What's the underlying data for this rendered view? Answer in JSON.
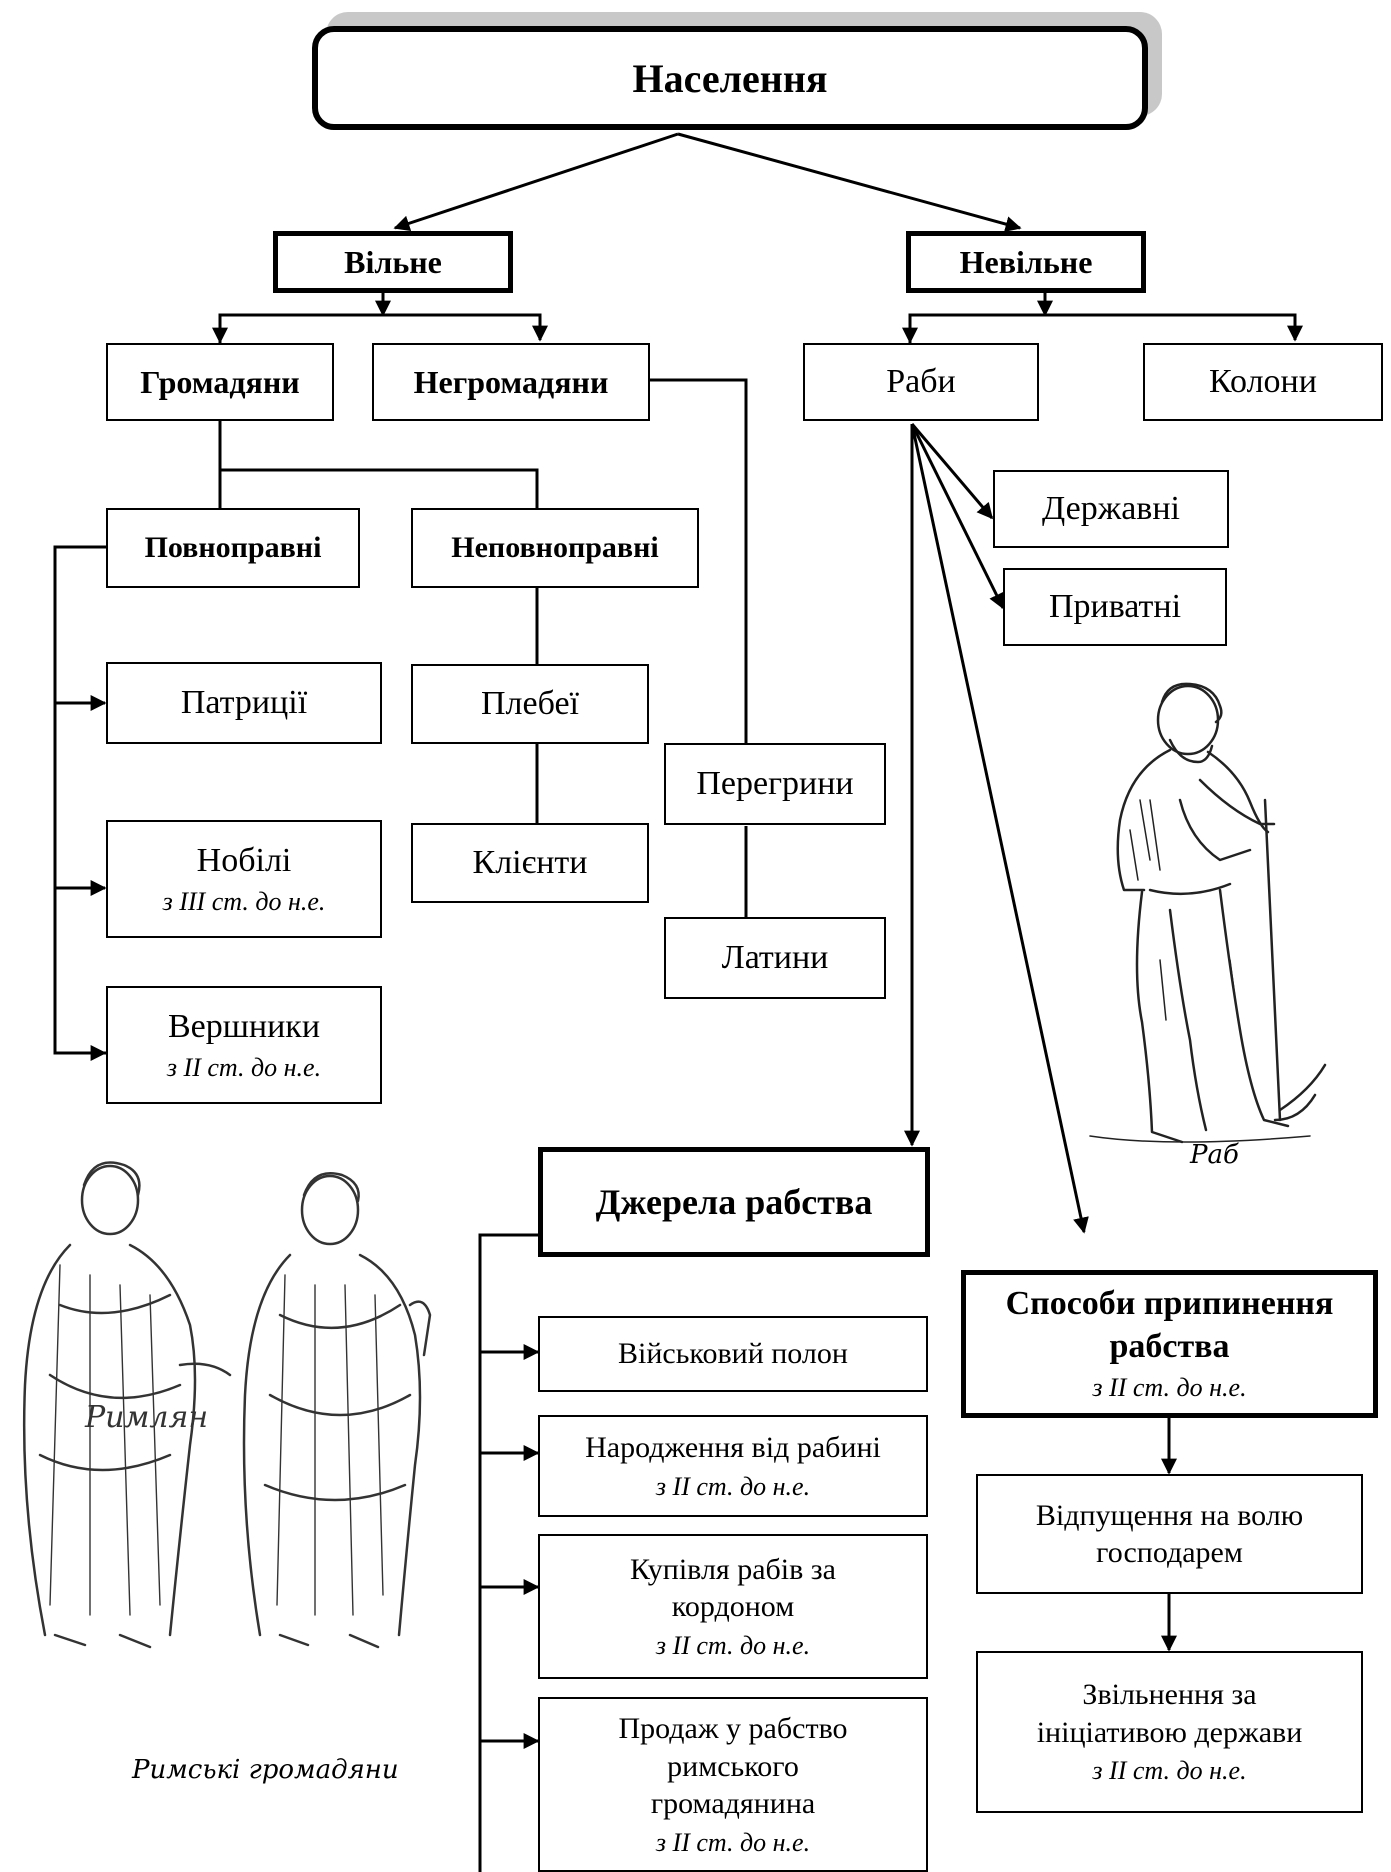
{
  "root": {
    "label": "Населення"
  },
  "free": {
    "label": "Вільне"
  },
  "unfree": {
    "label": "Невільне"
  },
  "citizens": {
    "label": "Громадяни"
  },
  "noncitizens": {
    "label": "Негромадяни"
  },
  "slaves": {
    "label": "Раби"
  },
  "colons": {
    "label": "Колони"
  },
  "full_rights": {
    "label": "Повноправні"
  },
  "partial_rights": {
    "label": "Неповноправні"
  },
  "state_slaves": {
    "label": "Державні"
  },
  "private_slaves": {
    "label": "Приватні"
  },
  "patricians": {
    "label": "Патриції"
  },
  "nobiles": {
    "label": "Нобілі",
    "note": "з ІІІ ст. до н.е."
  },
  "equites": {
    "label": "Вершники",
    "note": "з ІІ ст. до н.е."
  },
  "plebeians": {
    "label": "Плебеї"
  },
  "clients": {
    "label": "Клієнти"
  },
  "peregrines": {
    "label": "Перегрини"
  },
  "latins": {
    "label": "Латини"
  },
  "sources": {
    "title": "Джерела рабства",
    "items": [
      {
        "label": "Військовий полон",
        "note": ""
      },
      {
        "label": "Народження від рабині",
        "note": "з ІІ ст. до н.е."
      },
      {
        "label": "Купівля рабів за кордоном",
        "note": "з ІІ ст. до н.е."
      },
      {
        "label": "Продаж у рабство римського громадянина",
        "note": "з ІІ ст. до н.е."
      }
    ]
  },
  "termination": {
    "title": "Способи припинення рабства",
    "note": "з ІІ ст. до н.е.",
    "items": [
      {
        "label": "Відпущення на волю господарем",
        "note": ""
      },
      {
        "label": "Звільнення за ініціативою держави",
        "note": "з ІІ ст. до н.е."
      }
    ]
  },
  "captions": {
    "slave": "Раб",
    "citizens": "Римські громадяни",
    "partial": "Римлян"
  }
}
